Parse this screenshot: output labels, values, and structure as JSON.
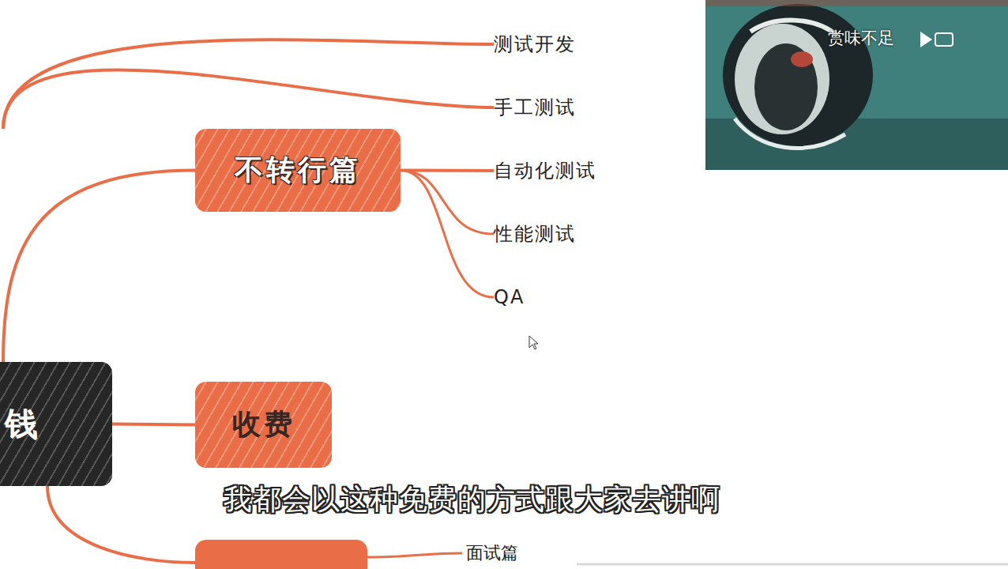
{
  "diagram": {
    "nodes": [
      {
        "text": [
          "钱"
        ]
      },
      {
        "text": [
          "不转行篇"
        ]
      },
      {
        "text": [
          "测试开发"
        ]
      },
      {
        "text": [
          "手工测试"
        ]
      },
      {
        "text": [
          "自动化测试"
        ]
      },
      {
        "text": [
          "性能测试"
        ]
      },
      {
        "text": [
          "QA"
        ]
      },
      {
        "text": [
          "收费"
        ]
      }
    ],
    "edges": [
      {
        "from": 0,
        "to": 1,
        "arrow": "none"
      },
      {
        "from": 0,
        "to": 7,
        "arrow": "none"
      },
      {
        "from": 1,
        "to": 2,
        "arrow": "none"
      },
      {
        "from": 1,
        "to": 3,
        "arrow": "none"
      },
      {
        "from": 1,
        "to": 4,
        "arrow": "none"
      },
      {
        "from": 1,
        "to": 5,
        "arrow": "none"
      },
      {
        "from": 1,
        "to": 6,
        "arrow": "none"
      }
    ],
    "labels": [
      "面试篇",
      "赏味不足",
      "我都会以这种免费的方式跟大家去讲啊"
    ]
  }
}
